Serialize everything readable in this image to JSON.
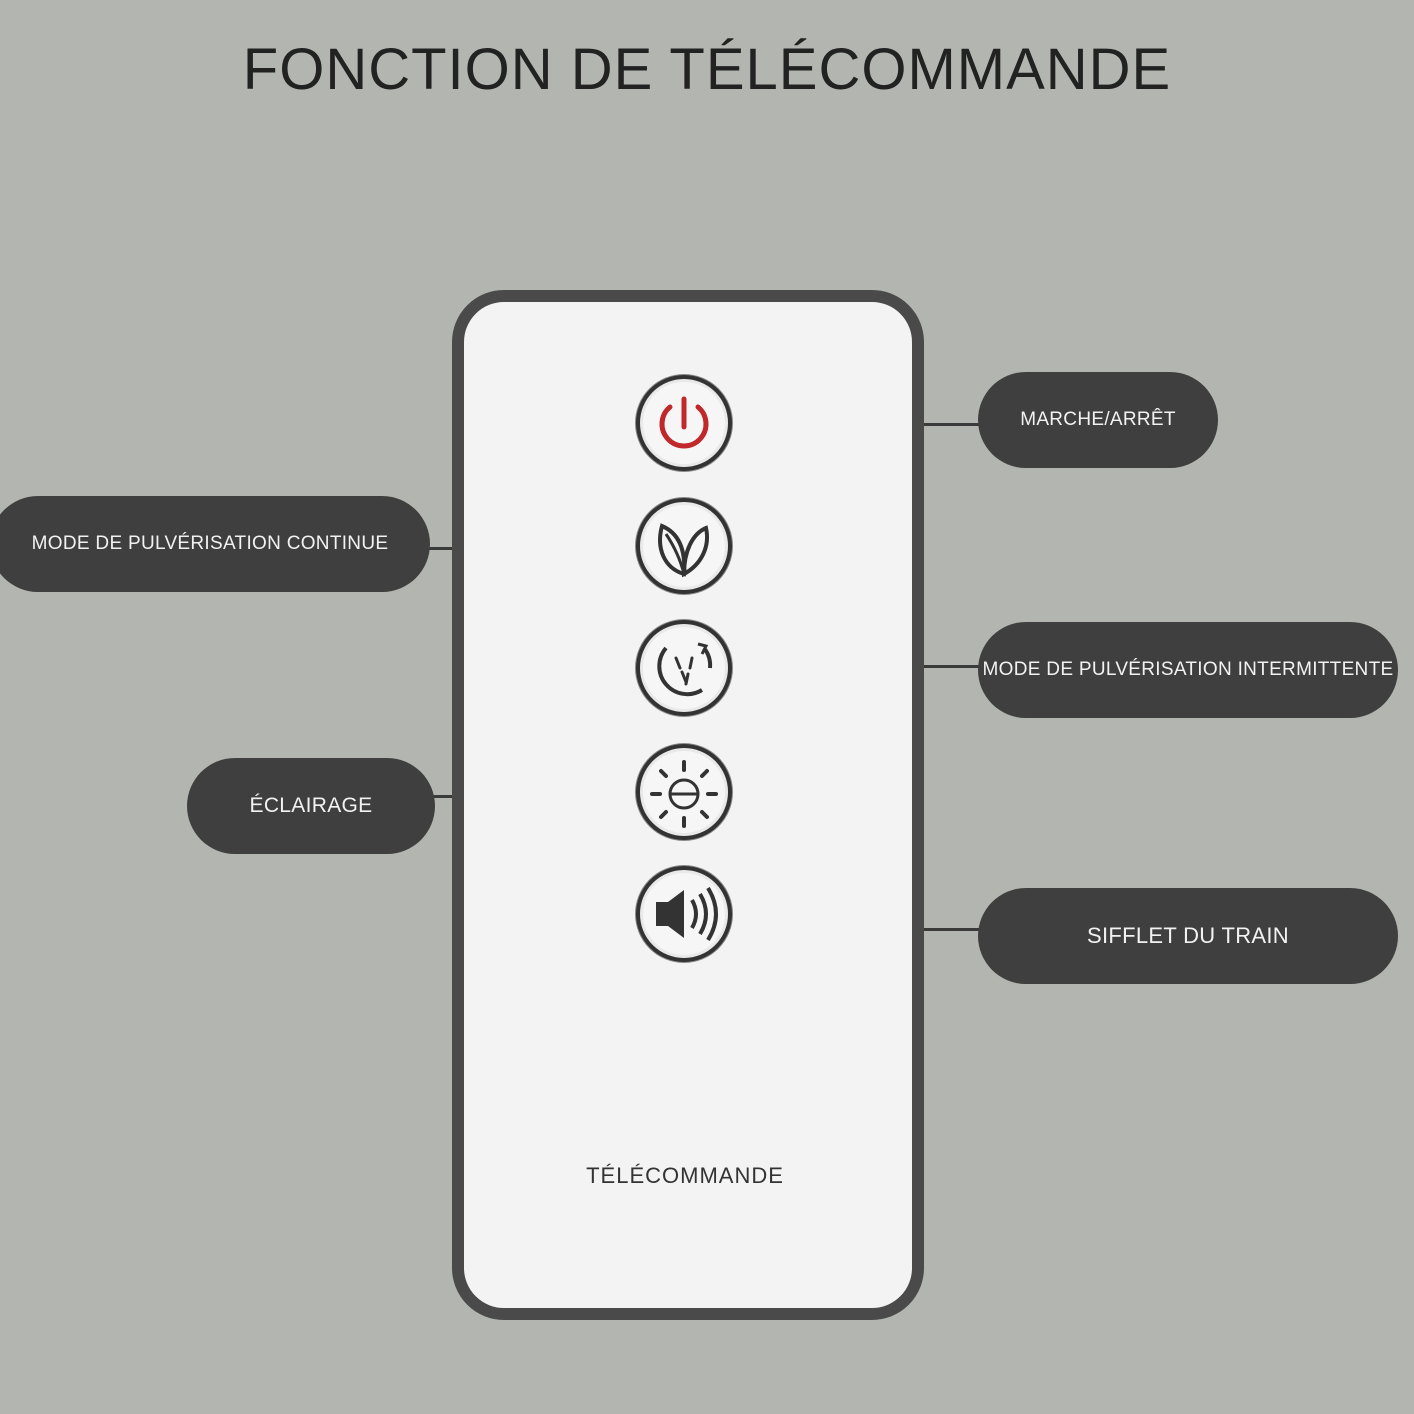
{
  "title": "FONCTION DE TÉLÉCOMMANDE",
  "remote": {
    "label": "TÉLÉCOMMANDE"
  },
  "buttons": {
    "power": "power-icon",
    "continuous": "leaf-spray-icon",
    "intermittent": "intermittent-spray-icon",
    "light": "sun-icon",
    "whistle": "speaker-icon"
  },
  "labels": {
    "power": "MARCHE/ARRÊT",
    "continuous": "MODE DE PULVÉRISATION CONTINUE",
    "intermittent": "MODE DE PULVÉRISATION INTERMITTENTE",
    "light": "ÉCLAIRAGE",
    "whistle": "SIFFLET DU TRAIN"
  },
  "colors": {
    "background": "#b3b6b0",
    "remote_body": "#f3f3f3",
    "pill": "#3f3f3f",
    "power_accent": "#c0282a"
  }
}
